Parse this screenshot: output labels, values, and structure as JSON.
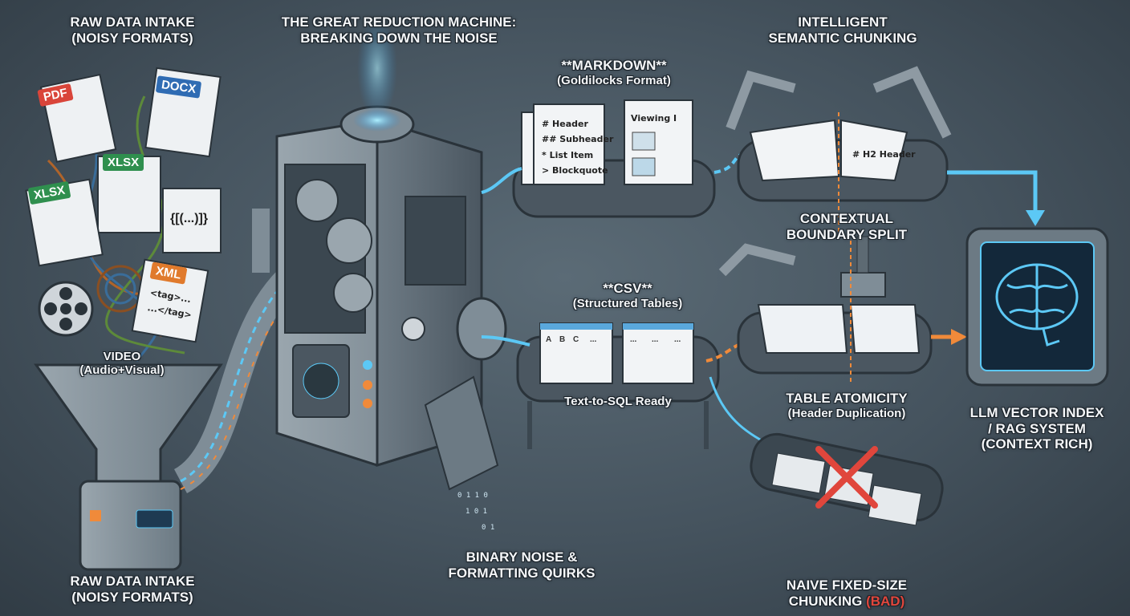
{
  "labels": {
    "raw_top": [
      "RAW DATA INTAKE",
      "(NOISY FORMATS)"
    ],
    "machine": [
      "THE GREAT REDUCTION MACHINE:",
      "BREAKING DOWN THE NOISE"
    ],
    "markdown": [
      "**MARKDOWN**",
      "(Goldilocks Format)"
    ],
    "semantic": [
      "INTELLIGENT",
      "SEMANTIC CHUNKING"
    ],
    "contextual": [
      "CONTEXTUAL",
      "BOUNDARY SPLIT"
    ],
    "csv": [
      "**CSV**",
      "(Structured Tables)"
    ],
    "table_atomicity": [
      "TABLE ATOMICITY",
      "(Header Duplication)"
    ],
    "llm": [
      "LLM VECTOR INDEX",
      "/ RAG SYSTEM",
      "(CONTEXT RICH)"
    ],
    "binary": [
      "BINARY NOISE &",
      "FORMATTING QUIRKS"
    ],
    "naive": [
      "NAIVE FIXED-SIZE",
      "CHUNKING",
      "(BAD)"
    ],
    "raw_bottom": [
      "RAW DATA INTAKE",
      "(NOISY FORMATS)"
    ],
    "video": [
      "VIDEO",
      "(Audio+Visual)"
    ]
  },
  "files": {
    "pdf": "PDF",
    "docx": "DOCX",
    "xlsx1": "XLSX",
    "xlsx2": "XLSX",
    "json": "{[(...)]}",
    "xml": "XML",
    "xml_body": [
      "<tag>...",
      "...</tag>"
    ]
  },
  "markdown_doc": [
    "# Header",
    "## Subheader",
    "* List Item",
    "> Blockquote"
  ],
  "viewing_doc": "Viewing I",
  "chunk_header": "# H2 Header",
  "csv_table": {
    "headers": [
      "A",
      "B",
      "C",
      "..."
    ],
    "ellipsis": "..."
  },
  "conveyor_label": "Text-to-SQL Ready",
  "colors": {
    "accent_blue": "#5cc8f5",
    "accent_orange": "#f08a3a",
    "bad_red": "#e0463c",
    "pdf": "#d9453a",
    "docx": "#2f6cb3",
    "xlsx": "#2f8f4e",
    "xml": "#e07a2c"
  }
}
